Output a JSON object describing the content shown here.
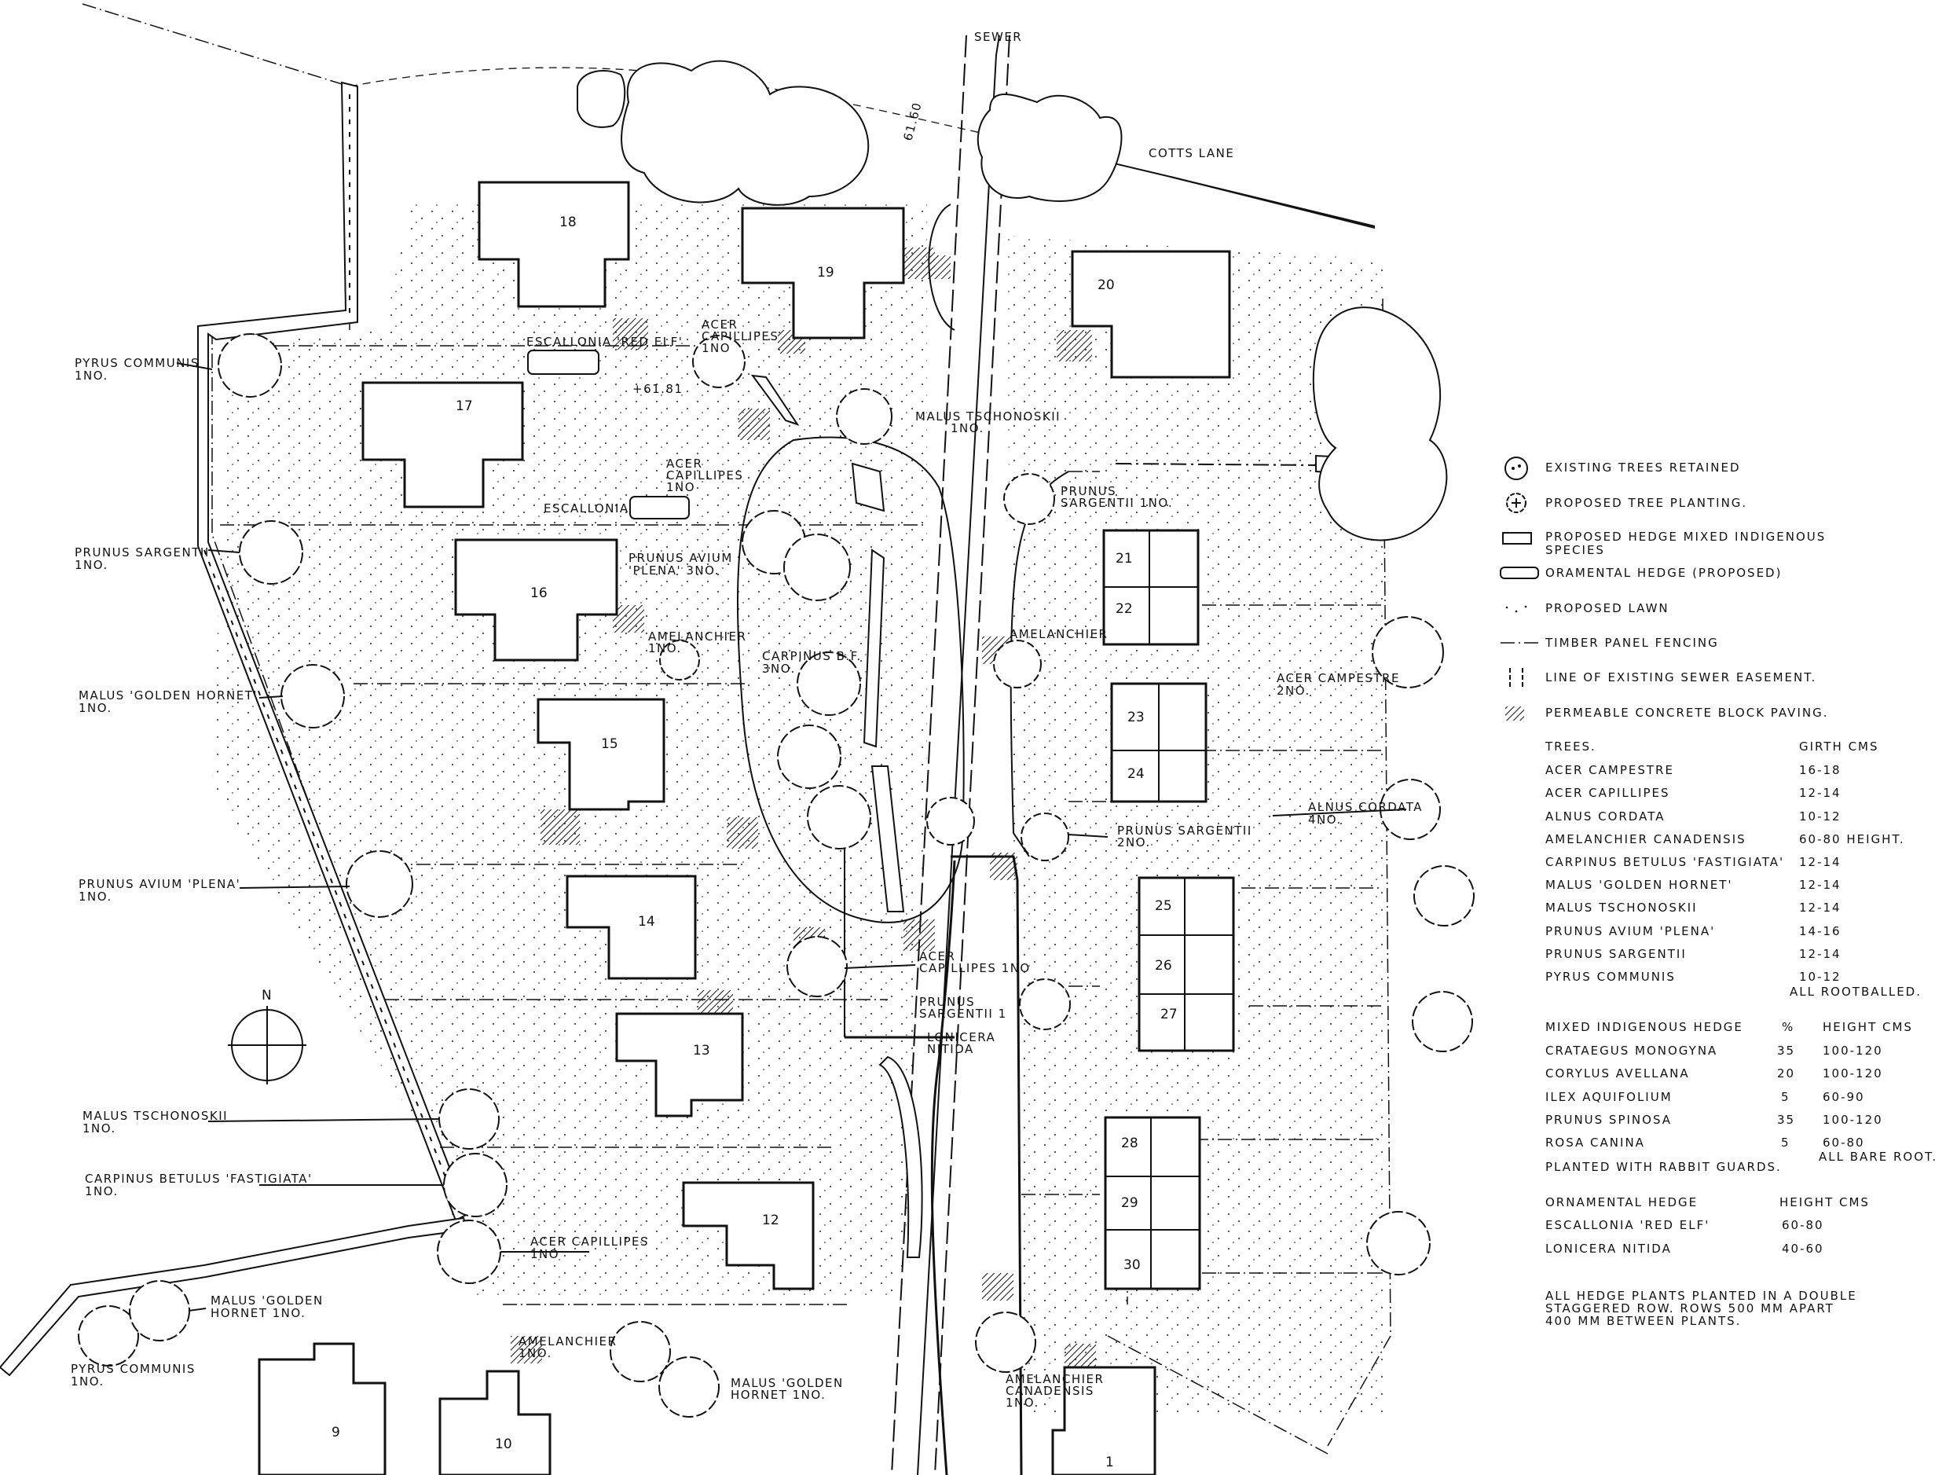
{
  "drawing": {
    "sewer_label": "SEWER",
    "road_label": "COTTS LANE",
    "north_label": "N",
    "levels": [
      "61.60",
      "+61.81"
    ]
  },
  "plots": [
    "18",
    "19",
    "20",
    "17",
    "16",
    "15",
    "14",
    "13",
    "12",
    "21",
    "22",
    "23",
    "24",
    "25",
    "26",
    "27",
    "28",
    "29",
    "30",
    "9",
    "10",
    "1"
  ],
  "plant_labels": [
    {
      "id": "pyrus-1",
      "lines": [
        "PYRUS COMMUNIS",
        "1NO."
      ]
    },
    {
      "id": "escallonia-red-elf",
      "lines": [
        "ESCALLONIA 'RED ELF'"
      ]
    },
    {
      "id": "acer-cap-top",
      "lines": [
        "ACER",
        "CAPILLIPES",
        "1NO"
      ]
    },
    {
      "id": "malus-tsch-top",
      "lines": [
        "MALUS TSCHONOSKII",
        "1NO."
      ]
    },
    {
      "id": "acer-cap-mid",
      "lines": [
        "ACER",
        "CAPILLIPES",
        "1NO"
      ]
    },
    {
      "id": "escallonia",
      "lines": [
        "ESCALLONIA"
      ]
    },
    {
      "id": "prunus-sarg-1",
      "lines": [
        "PRUNUS SARGENTII",
        "1NO."
      ]
    },
    {
      "id": "prunus-avium-3",
      "lines": [
        "PRUNUS AVIUM",
        "'PLENA' 3NO."
      ]
    },
    {
      "id": "prunus-sarg-top",
      "lines": [
        "PRUNUS",
        "SARGENTII 1NO."
      ]
    },
    {
      "id": "amelanchier-1",
      "lines": [
        "AMELANCHIER",
        "1NO."
      ]
    },
    {
      "id": "amelanchier-right",
      "lines": [
        "AMELANCHIER"
      ]
    },
    {
      "id": "carpinus-3",
      "lines": [
        "CARPINUS B.F.",
        "3NO."
      ]
    },
    {
      "id": "malus-golden-1",
      "lines": [
        "MALUS 'GOLDEN HORNET'",
        "1NO."
      ]
    },
    {
      "id": "acer-campestre",
      "lines": [
        "ACER CAMPESTRE",
        "2NO."
      ]
    },
    {
      "id": "alnus",
      "lines": [
        "ALNUS CORDATA",
        "4NO."
      ]
    },
    {
      "id": "prunus-sarg-2",
      "lines": [
        "PRUNUS SARGENTII",
        "2NO."
      ]
    },
    {
      "id": "prunus-avium-1",
      "lines": [
        "PRUNUS AVIUM 'PLENA'",
        "1NO."
      ]
    },
    {
      "id": "acer-cap-low",
      "lines": [
        "ACER",
        "CAPILLIPES 1NO"
      ]
    },
    {
      "id": "prunus-sarg-low",
      "lines": [
        "PRUNUS",
        "SARGENTII 1"
      ]
    },
    {
      "id": "lonicera",
      "lines": [
        "LONICERA",
        "NITIDA"
      ]
    },
    {
      "id": "malus-tsch-left",
      "lines": [
        "MALUS TSCHONOSKII",
        "1NO."
      ]
    },
    {
      "id": "carpinus-fast",
      "lines": [
        "CARPINUS BETULUS 'FASTIGIATA'",
        "1NO."
      ]
    },
    {
      "id": "acer-cap-bottom",
      "lines": [
        "ACER CAPILLIPES",
        "1NO"
      ]
    },
    {
      "id": "malus-golden-left",
      "lines": [
        "MALUS 'GOLDEN",
        "HORNET 1NO."
      ]
    },
    {
      "id": "pyrus-2",
      "lines": [
        "PYRUS COMMUNIS",
        "1NO."
      ]
    },
    {
      "id": "amelanchier-bottom",
      "lines": [
        "AMELANCHIER",
        "1NO."
      ]
    },
    {
      "id": "malus-golden-bottom",
      "lines": [
        "MALUS 'GOLDEN",
        "HORNET 1NO."
      ]
    },
    {
      "id": "amelanchier-can",
      "lines": [
        "AMELANCHIER",
        "CANADENSIS",
        "1NO."
      ]
    }
  ],
  "legend": [
    {
      "icon": "existing-tree-icon",
      "label": "EXISTING TREES RETAINED"
    },
    {
      "icon": "proposed-tree-icon",
      "label": "PROPOSED TREE PLANTING."
    },
    {
      "icon": "mixed-hedge-icon",
      "label": "PROPOSED HEDGE MIXED INDIGENOUS",
      "label2": "SPECIES"
    },
    {
      "icon": "ornamental-hedge-icon",
      "label": "ORAMENTAL HEDGE (PROPOSED)"
    },
    {
      "icon": "lawn-icon",
      "label": "PROPOSED LAWN"
    },
    {
      "icon": "fence-icon",
      "label": "TIMBER PANEL FENCING"
    },
    {
      "icon": "sewer-easement-icon",
      "label": "LINE OF EXISTING SEWER EASEMENT."
    },
    {
      "icon": "paving-icon",
      "label": "PERMEABLE CONCRETE BLOCK PAVING."
    }
  ],
  "schedule": {
    "trees_header": {
      "name": "TREES.",
      "value": "GIRTH CMS"
    },
    "trees": [
      {
        "name": "ACER CAMPESTRE",
        "value": "16-18"
      },
      {
        "name": "ACER CAPILLIPES",
        "value": "12-14"
      },
      {
        "name": "ALNUS CORDATA",
        "value": "10-12"
      },
      {
        "name": "AMELANCHIER CANADENSIS",
        "value": "60-80 HEIGHT."
      },
      {
        "name": "CARPINUS BETULUS 'FASTIGIATA'",
        "value": "12-14"
      },
      {
        "name": "MALUS 'GOLDEN HORNET'",
        "value": "12-14"
      },
      {
        "name": "MALUS TSCHONOSKII",
        "value": "12-14"
      },
      {
        "name": "PRUNUS AVIUM 'PLENA'",
        "value": "14-16"
      },
      {
        "name": "PRUNUS SARGENTII",
        "value": "12-14"
      },
      {
        "name": "PYRUS COMMUNIS",
        "value": "10-12"
      }
    ],
    "trees_note": "ALL ROOTBALLED.",
    "hedge_header": {
      "name": "MIXED INDIGENOUS HEDGE",
      "pct": "%",
      "value": "HEIGHT CMS"
    },
    "hedge": [
      {
        "name": "CRATAEGUS MONOGYNA",
        "pct": "35",
        "value": "100-120"
      },
      {
        "name": "CORYLUS AVELLANA",
        "pct": "20",
        "value": "100-120"
      },
      {
        "name": "ILEX AQUIFOLIUM",
        "pct": "5",
        "value": "60-90"
      },
      {
        "name": "PRUNUS SPINOSA",
        "pct": "35",
        "value": "100-120"
      },
      {
        "name": "ROSA CANINA",
        "pct": "5",
        "value": "60-80"
      }
    ],
    "hedge_note": "ALL BARE ROOT.",
    "hedge_footer": "PLANTED WITH RABBIT GUARDS.",
    "orn_header": {
      "name": "ORNAMENTAL HEDGE",
      "value": "HEIGHT CMS"
    },
    "orn": [
      {
        "name": "ESCALLONIA 'RED ELF'",
        "value": "60-80"
      },
      {
        "name": "LONICERA NITIDA",
        "value": "40-60"
      }
    ],
    "notes": [
      "ALL HEDGE PLANTS PLANTED IN A DOUBLE",
      "STAGGERED ROW. ROWS 500 MM APART",
      "400 MM BETWEEN PLANTS."
    ]
  }
}
